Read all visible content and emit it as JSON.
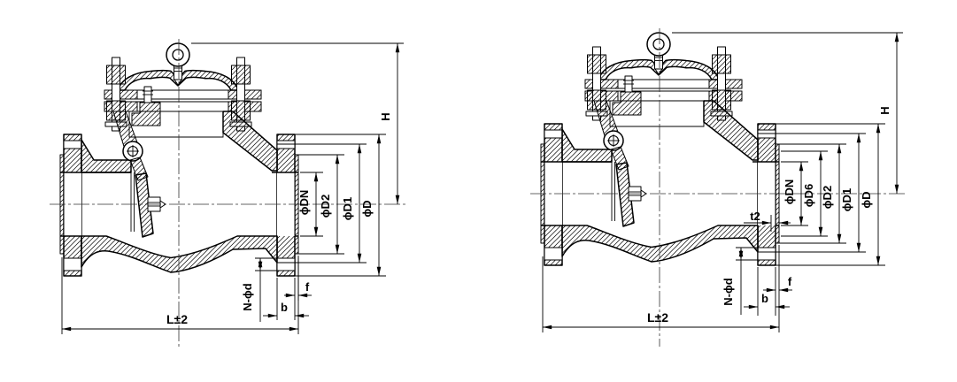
{
  "drawing": {
    "left_valve": {
      "labels": {
        "h": "H",
        "dn": "ϕDN",
        "d2": "ϕD2",
        "d1": "ϕD1",
        "d": "ϕD",
        "n_d": "N-ϕd",
        "b": "b",
        "f": "f",
        "l": "L±2"
      }
    },
    "right_valve": {
      "labels": {
        "h": "H",
        "dn": "ϕDN",
        "d6": "ϕD6",
        "d2": "ϕD2",
        "d1": "ϕD1",
        "d": "ϕD",
        "t2": "t2",
        "n_d": "N-ϕd",
        "b": "b",
        "f": "f",
        "l": "L±2"
      }
    }
  }
}
